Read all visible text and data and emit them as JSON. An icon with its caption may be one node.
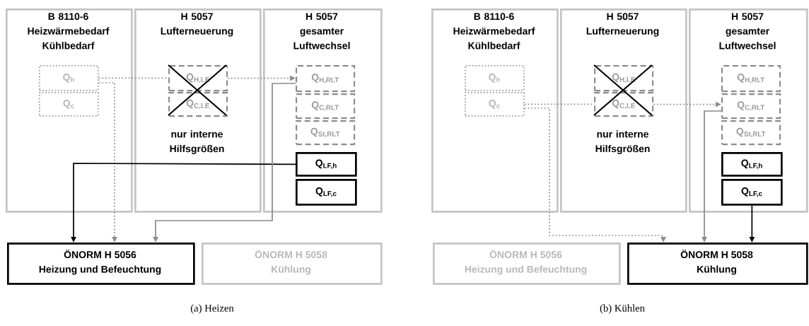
{
  "diagram": {
    "nodes": [
      {
        "text": [
          "B 8110-6 Heizwärmebedarf Kühlbedarf"
        ]
      },
      {
        "text": [
          "Q$_{h}$"
        ],
        "in": 0
      },
      {
        "text": [
          "Q$_{c}$"
        ],
        "in": 0
      },
      {
        "text": [
          "H 5057 Lufterneuerung",
          "nur interne Hilfsgrößen"
        ]
      },
      {
        "text": [
          "Q$_{H,LE}$"
        ],
        "in": 3
      },
      {
        "text": [
          "Q$_{C,LE}$"
        ],
        "in": 3
      },
      {
        "text": [
          "H 5057 gesamter Luftwechsel"
        ]
      },
      {
        "text": [
          "Q$_{H,RLT}$"
        ],
        "in": 6
      },
      {
        "text": [
          "Q$_{C,RLT}$"
        ],
        "in": 6
      },
      {
        "text": [
          "Q$_{St,RLT}$"
        ],
        "in": 6
      },
      {
        "text": [
          "Q$_{LF,h}$"
        ],
        "in": 6
      },
      {
        "text": [
          "Q$_{LF,c}$"
        ],
        "in": 6
      },
      {
        "text": [
          "ÖNORM H 5056",
          "Heizung und Befeuchtung"
        ]
      },
      {
        "text": [
          "ÖNORM H 5058",
          "Kühlung"
        ]
      },
      {
        "text": [
          "B 8110-6 Heizwärmebedarf Kühlbedarf"
        ]
      },
      {
        "text": [
          "Q$_{h}$"
        ],
        "in": 14
      },
      {
        "text": [
          "Q$_{c}$"
        ],
        "in": 14
      },
      {
        "text": [
          "H 5057 Lufterneuerung",
          "nur interne Hilfsgrößen"
        ]
      },
      {
        "text": [
          "Q$_{H,LE}$"
        ],
        "in": 17
      },
      {
        "text": [
          "Q$_{C,LE}$"
        ],
        "in": 17
      },
      {
        "text": [
          "H 5057 gesamter Luftwechsel"
        ]
      },
      {
        "text": [
          "Q$_{H,RLT}$"
        ],
        "in": 20
      },
      {
        "text": [
          "Q$_{C,RLT}$"
        ],
        "in": 20
      },
      {
        "text": [
          "Q$_{St,RLT}$"
        ],
        "in": 20
      },
      {
        "text": [
          "Q$_{LF,h}$"
        ],
        "in": 20
      },
      {
        "text": [
          "Q$_{LF,c}$"
        ],
        "in": 20
      },
      {
        "text": [
          "ÖNORM H 5056",
          "Heizung und Befeuchtung"
        ]
      },
      {
        "text": [
          "ÖNORM H 5058",
          "Kühlung"
        ]
      }
    ],
    "edges": [
      {
        "from": 1,
        "to": 4,
        "arrow": "none",
        "style": "dashed"
      },
      {
        "from": 4,
        "to": 7,
        "arrow": "to",
        "style": "dashed"
      },
      {
        "from": 1,
        "to": 12,
        "arrow": "to",
        "style": "dashed"
      },
      {
        "from": 10,
        "to": 12,
        "arrow": "to",
        "color": "#000000"
      },
      {
        "from": 7,
        "to": 12,
        "arrow": "to"
      },
      {
        "from": 16,
        "to": 19,
        "arrow": "none",
        "style": "dashed"
      },
      {
        "from": 19,
        "to": 22,
        "arrow": "to",
        "style": "dashed"
      },
      {
        "from": 16,
        "to": 27,
        "arrow": "to",
        "style": "dashed"
      },
      {
        "from": 22,
        "to": 27,
        "arrow": "to"
      },
      {
        "from": 25,
        "to": 27,
        "arrow": "to",
        "color": "#000000"
      }
    ],
    "labels": [
      "(a) Heizen",
      "(b) Kühlen"
    ]
  }
}
